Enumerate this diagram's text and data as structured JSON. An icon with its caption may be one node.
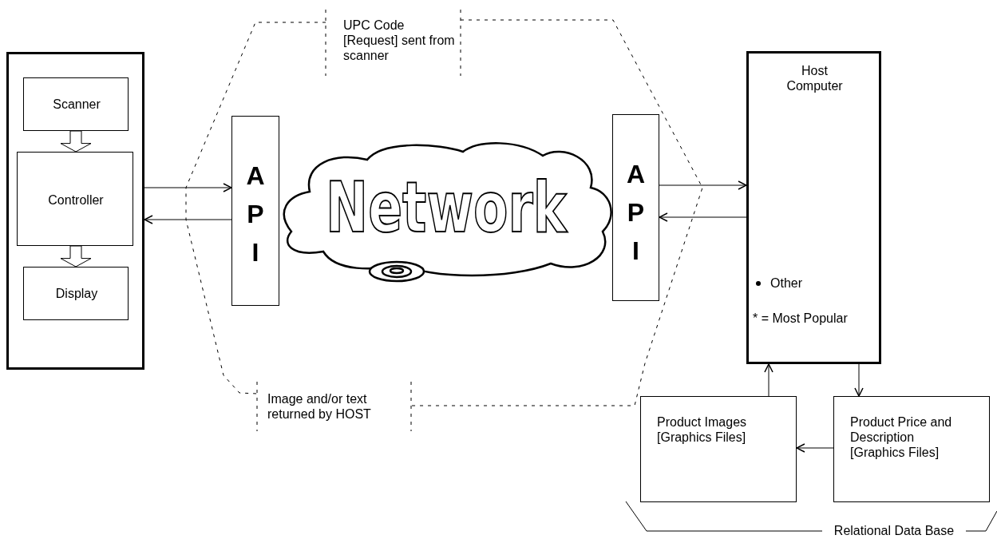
{
  "diagram": {
    "nodes": [
      {
        "text": [],
        "shape": "box"
      },
      {
        "text": [
          "Scanner"
        ],
        "in": 0
      },
      {
        "text": [
          "Controller"
        ],
        "in": 0
      },
      {
        "text": [
          "Display"
        ],
        "in": 0
      },
      {
        "text": [
          "API"
        ]
      },
      {
        "text": [
          "Network"
        ]
      },
      {
        "text": [
          "API"
        ]
      },
      {
        "text": [
          "Host Computer",
          "Other",
          "* = Most Popular"
        ]
      },
      {
        "text": [
          "Product Images [Graphics Files]"
        ]
      },
      {
        "text": [
          "Product Price and Description [Graphics Files]"
        ]
      }
    ],
    "edges": [
      {
        "from": 1,
        "to": 2,
        "arrow": "to",
        "style": "thick"
      },
      {
        "from": 2,
        "to": 3,
        "arrow": "to",
        "style": "thick"
      },
      {
        "from": 0,
        "to": 4,
        "arrow": "to"
      },
      {
        "from": 4,
        "to": 0,
        "arrow": "to"
      },
      {
        "from": 6,
        "to": 7,
        "arrow": "to"
      },
      {
        "from": 7,
        "to": 6,
        "arrow": "to"
      },
      {
        "from": 7,
        "to": 9,
        "arrow": "to"
      },
      {
        "from": 8,
        "to": 7,
        "arrow": "to"
      },
      {
        "from": 9,
        "to": 8,
        "arrow": "to"
      }
    ],
    "labels": [
      "UPC Code [Request] sent from scanner",
      "Image and/or text returned by HOST",
      "Relational Data Base"
    ]
  }
}
